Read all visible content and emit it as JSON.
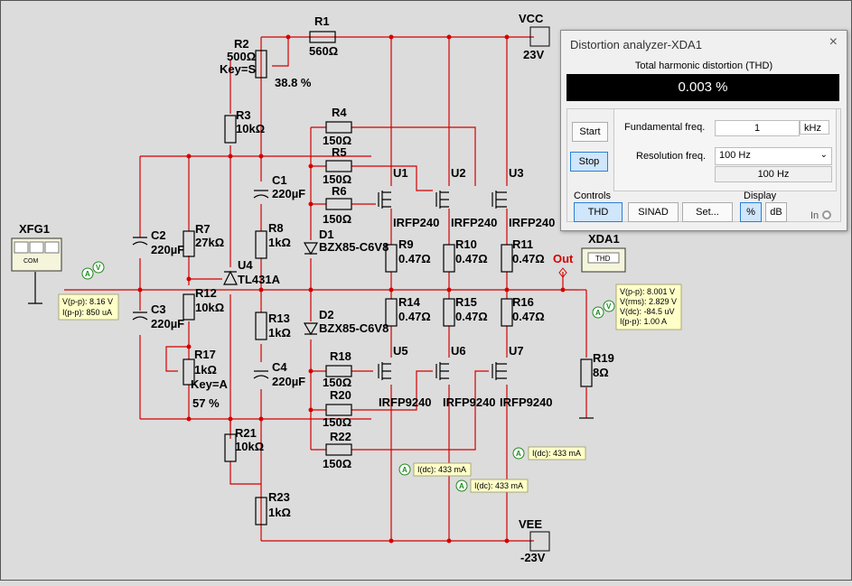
{
  "schematic": {
    "vcc": {
      "name": "VCC",
      "value": "23V"
    },
    "vee": {
      "name": "VEE",
      "value": "-23V"
    },
    "out_label": "Out",
    "components": {
      "r1": {
        "name": "R1",
        "value": "560Ω"
      },
      "r2": {
        "name": "R2",
        "value": "500Ω",
        "key": "Key=S",
        "percent": "38.8 %"
      },
      "r3": {
        "name": "R3",
        "value": "10kΩ"
      },
      "r4": {
        "name": "R4",
        "value": "150Ω"
      },
      "r5": {
        "name": "R5",
        "value": "150Ω"
      },
      "r6": {
        "name": "R6",
        "value": "150Ω"
      },
      "r7": {
        "name": "R7",
        "value": "27kΩ"
      },
      "r8": {
        "name": "R8",
        "value": "1kΩ"
      },
      "r9": {
        "name": "R9",
        "value": "0.47Ω"
      },
      "r10": {
        "name": "R10",
        "value": "0.47Ω"
      },
      "r11": {
        "name": "R11",
        "value": "0.47Ω"
      },
      "r12": {
        "name": "R12",
        "value": "10kΩ"
      },
      "r13": {
        "name": "R13",
        "value": "1kΩ"
      },
      "r14": {
        "name": "R14",
        "value": "0.47Ω"
      },
      "r15": {
        "name": "R15",
        "value": "0.47Ω"
      },
      "r16": {
        "name": "R16",
        "value": "0.47Ω"
      },
      "r17": {
        "name": "R17",
        "value": "1kΩ",
        "key": "Key=A",
        "percent": "57 %"
      },
      "r18": {
        "name": "R18",
        "value": "150Ω"
      },
      "r19": {
        "name": "R19",
        "value": "8Ω"
      },
      "r20": {
        "name": "R20",
        "value": "150Ω"
      },
      "r21": {
        "name": "R21",
        "value": "10kΩ"
      },
      "r22": {
        "name": "R22",
        "value": "150Ω"
      },
      "r23": {
        "name": "R23",
        "value": "1kΩ"
      },
      "c1": {
        "name": "C1",
        "value": "220µF"
      },
      "c2": {
        "name": "C2",
        "value": "220µF"
      },
      "c3": {
        "name": "C3",
        "value": "220µF"
      },
      "c4": {
        "name": "C4",
        "value": "220µF"
      },
      "d1": {
        "name": "D1",
        "value": "BZX85-C6V8"
      },
      "d2": {
        "name": "D2",
        "value": "BZX85-C6V8"
      },
      "u1": {
        "name": "U1",
        "value": "IRFP240"
      },
      "u2": {
        "name": "U2",
        "value": "IRFP240"
      },
      "u3": {
        "name": "U3",
        "value": "IRFP240"
      },
      "u4": {
        "name": "U4",
        "value": "TL431A"
      },
      "u5": {
        "name": "U5",
        "value": "IRFP9240"
      },
      "u6": {
        "name": "U6",
        "value": "IRFP9240"
      },
      "u7": {
        "name": "U7",
        "value": "IRFP9240"
      },
      "xfg1": {
        "name": "XFG1",
        "com": "COM"
      },
      "xda1": {
        "name": "XDA1",
        "face": "THD"
      }
    },
    "probes": {
      "input": {
        "vpp": "V(p-p): 8.16 V",
        "ipp": "I(p-p): 850 uA"
      },
      "output": {
        "vpp": "V(p-p): 8.001 V",
        "vrms": "V(rms): 2.829 V",
        "vdc": "V(dc): -84.5 uV",
        "ipp": "I(p-p): 1.00 A"
      },
      "idc1": "I(dc): 433 mA",
      "idc2": "I(dc): 433 mA",
      "idc3": "I(dc): 433 mA",
      "probe_letters": {
        "ammeter": "A",
        "voltmeter": "V"
      }
    }
  },
  "analyzer": {
    "title": "Distortion analyzer-XDA1",
    "close_icon": "×",
    "thd_caption": "Total harmonic distortion (THD)",
    "thd_value": "0.003 %",
    "start_label": "Start",
    "stop_label": "Stop",
    "fundamental_label": "Fundamental freq.",
    "fundamental_value": "1",
    "fundamental_unit": "kHz",
    "resolution_label": "Resolution freq.",
    "resolution_selected": "100 Hz",
    "resolution_readout": "100 Hz",
    "controls_label": "Controls",
    "thd_button": "THD",
    "sinad_button": "SINAD",
    "set_button": "Set...",
    "display_label": "Display",
    "percent_button": "%",
    "db_button": "dB",
    "in_label": "In"
  },
  "colors": {
    "wire": "#d40000",
    "probe": "#1b8a1b",
    "active_button": "#cfe6fb",
    "display_bg": "#000000"
  }
}
